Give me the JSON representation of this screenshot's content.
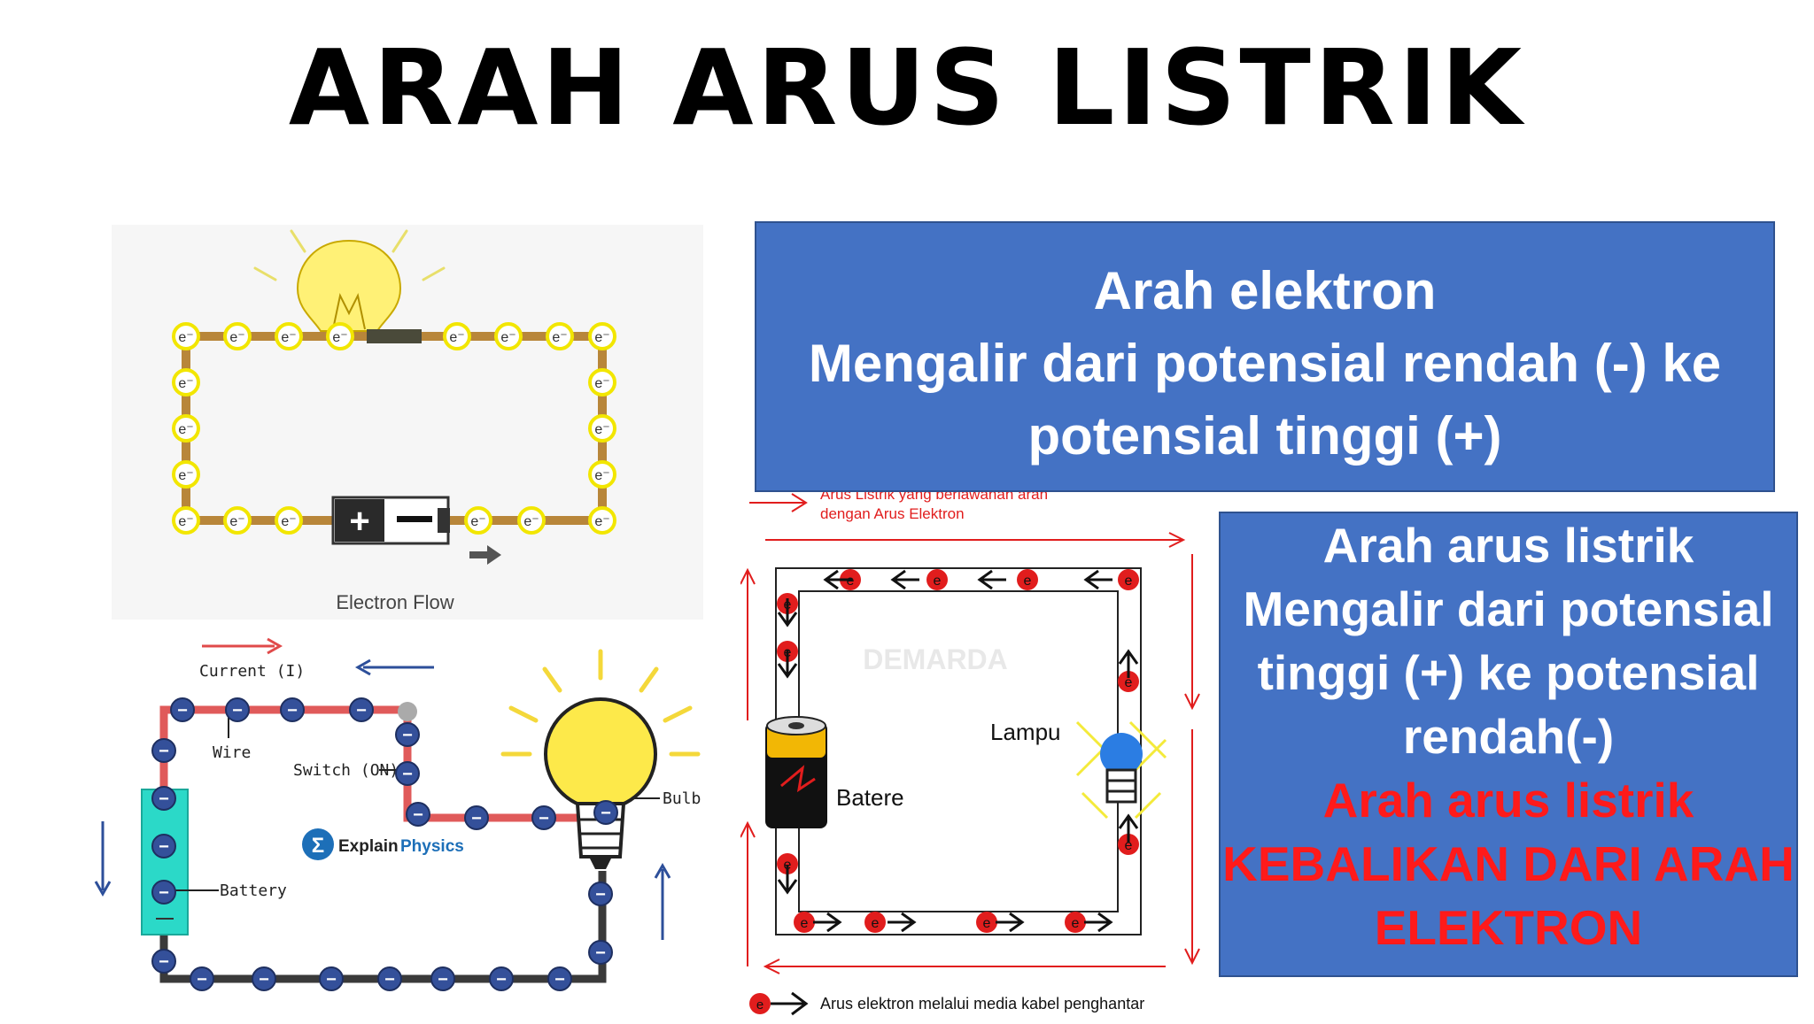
{
  "title": "ARAH ARUS LISTRIK",
  "box_electron": {
    "lines": [
      "Arah elektron",
      "Mengalir dari potensial rendah (-) ke",
      "potensial tinggi (+)"
    ]
  },
  "box_current": {
    "lines": [
      "Arah arus listrik",
      "Mengalir dari potensial",
      "tinggi (+) ke potensial",
      "rendah(-)"
    ],
    "red_lines": [
      "Arah arus listrik",
      "KEBALIKAN DARI ARAH",
      "ELEKTRON"
    ]
  },
  "fig_electron_flow": {
    "caption": "Electron Flow",
    "electron_symbol": "e⁻",
    "colors": {
      "wire": "#b8863a",
      "bulb": "#fff176",
      "electron_ring": "#f2e600"
    }
  },
  "fig_explain_physics": {
    "label_current": "Current (I)",
    "label_wire": "Wire",
    "label_switch": "Switch (ON)",
    "label_bulb": "Bulb",
    "label_battery": "Battery",
    "brand": "Explain",
    "brand_accent": "Physics",
    "electron_symbol": "−",
    "colors": {
      "current_arrow": "#e04a4a",
      "electron_arrow": "#2d4f9a",
      "electron": "#34509a",
      "battery": "#2bd9c8"
    }
  },
  "fig_demarda": {
    "legend_top_line1": "Arus Listrik yang berlawanan arah",
    "legend_top_line2": "dengan Arus Elektron",
    "watermark": "DEMARDA",
    "label_lamp": "Lampu",
    "label_battery": "Batere",
    "legend_bottom": "Arus elektron melalui media kabel penghantar",
    "electron_symbol": "e",
    "colors": {
      "current_arrow": "#e11d1d",
      "electron": "#e11d1d"
    }
  }
}
